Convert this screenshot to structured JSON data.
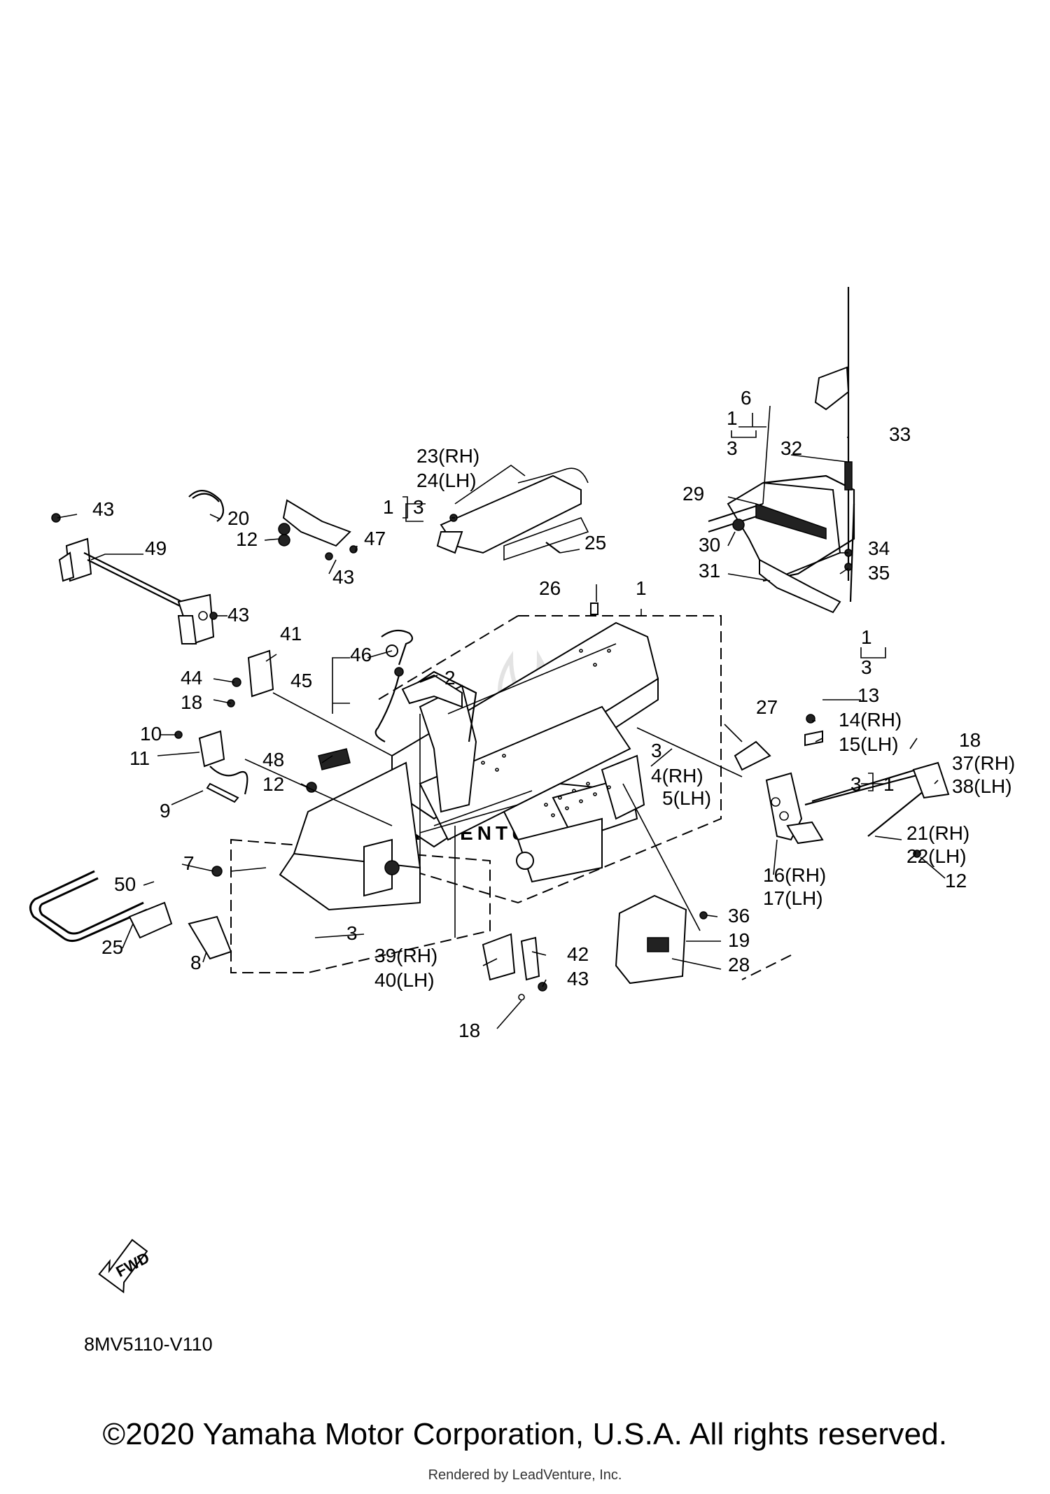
{
  "diagram": {
    "callouts": {
      "c43a": "43",
      "c49": "49",
      "c43b": "43",
      "c20": "20",
      "c12a": "12",
      "c47": "47",
      "c43c": "43",
      "c23": "23(RH)",
      "c24": "24(LH)",
      "c1a": "1",
      "c3a": "3",
      "c25a": "25",
      "c26": "26",
      "c1b": "1",
      "c1c": "1",
      "c3b": "3",
      "c6": "6",
      "c33": "33",
      "c32": "32",
      "c29": "29",
      "c30": "30",
      "c31": "31",
      "c34": "34",
      "c35": "35",
      "c41": "41",
      "c46": "46",
      "c45": "45",
      "c2": "2",
      "c44": "44",
      "c18a": "18",
      "c10": "10",
      "c11": "11",
      "c48": "48",
      "c12b": "12",
      "c9": "9",
      "c3c": "3",
      "c4": "4(RH)",
      "c5": "5(LH)",
      "c27": "27",
      "c1d": "1",
      "c3d": "3",
      "c13": "13",
      "c14": "14(RH)",
      "c15": "15(LH)",
      "c18b": "18",
      "c37": "37(RH)",
      "c38": "38(LH)",
      "c3e": "3",
      "c1e": "1",
      "c21": "21(RH)",
      "c22": "22(LH)",
      "c16": "16(RH)",
      "c17": "17(LH)",
      "c12c": "12",
      "c7": "7",
      "c50": "50",
      "c36": "36",
      "c19": "19",
      "c28": "28",
      "c25b": "25",
      "c8": "8",
      "c3f": "3",
      "c39": "39(RH)",
      "c40": "40(LH)",
      "c42": "42",
      "c43d": "43",
      "c18c": "18"
    },
    "fwd_label": "FWD",
    "diagram_code": "8MV5110-V110",
    "watermark_text": "ADVENTURE"
  },
  "footer": {
    "copyright": "©2020 Yamaha Motor Corporation, U.S.A. All rights reserved.",
    "rendered_by": "Rendered by LeadVenture, Inc."
  }
}
